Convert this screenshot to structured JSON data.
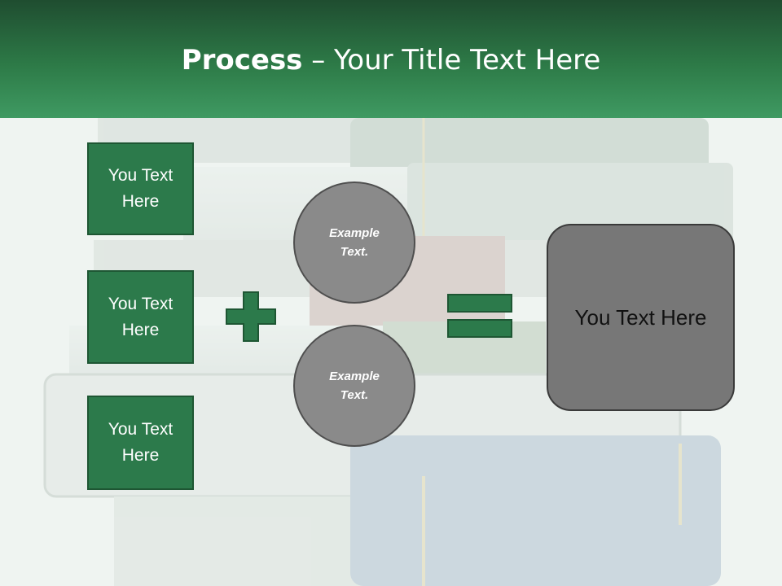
{
  "slide": {
    "title_bold": "Process",
    "title_rest": " – Your Title Text Here",
    "boxes": [
      {
        "label": "You Text Here"
      },
      {
        "label": "You Text Here"
      },
      {
        "label": "You Text Here"
      }
    ],
    "circles": [
      {
        "label": "Example Text."
      },
      {
        "label": "Example Text."
      }
    ],
    "result_label": "You Text Here",
    "colors": {
      "header_dark": "#1f4d30",
      "header_light": "#3f9a62",
      "box_fill": "#2c7a4b",
      "circle_fill": "#8a8a8a",
      "result_fill": "#777777"
    },
    "icons": {
      "plus": "plus-icon",
      "equals": "equals-icon"
    }
  }
}
